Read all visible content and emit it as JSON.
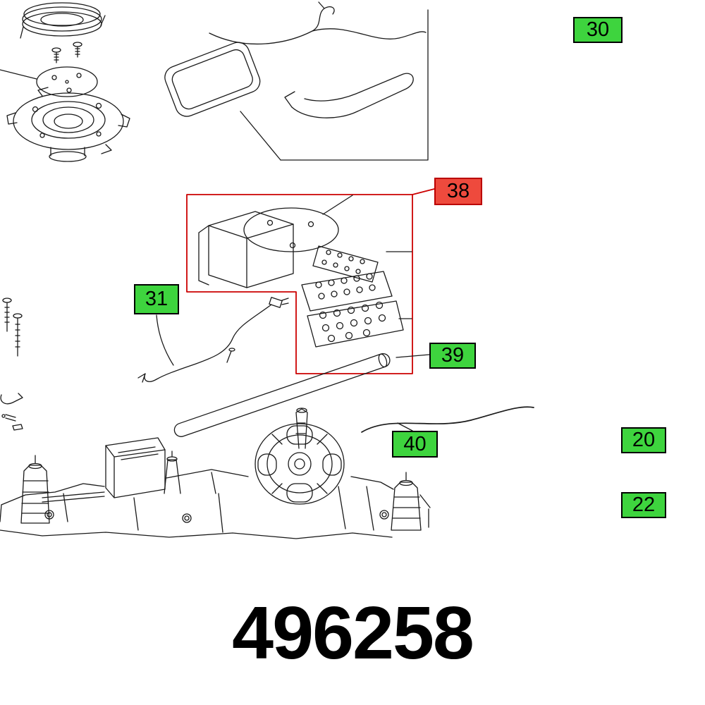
{
  "diagram": {
    "part_number": "496258",
    "callouts": [
      {
        "id": "30",
        "label": "30",
        "state": "normal"
      },
      {
        "id": "38",
        "label": "38",
        "state": "selected"
      },
      {
        "id": "31",
        "label": "31",
        "state": "normal"
      },
      {
        "id": "39",
        "label": "39",
        "state": "normal"
      },
      {
        "id": "40",
        "label": "40",
        "state": "normal"
      },
      {
        "id": "20",
        "label": "20",
        "state": "normal"
      },
      {
        "id": "22",
        "label": "22",
        "state": "normal"
      }
    ],
    "colors": {
      "callout_bg": "#3ed43e",
      "callout_selected_bg": "#ee4a3d",
      "callout_selected_border": "#bb0000",
      "highlight_outline": "#cc0000",
      "line": "#1a1a1a"
    }
  }
}
